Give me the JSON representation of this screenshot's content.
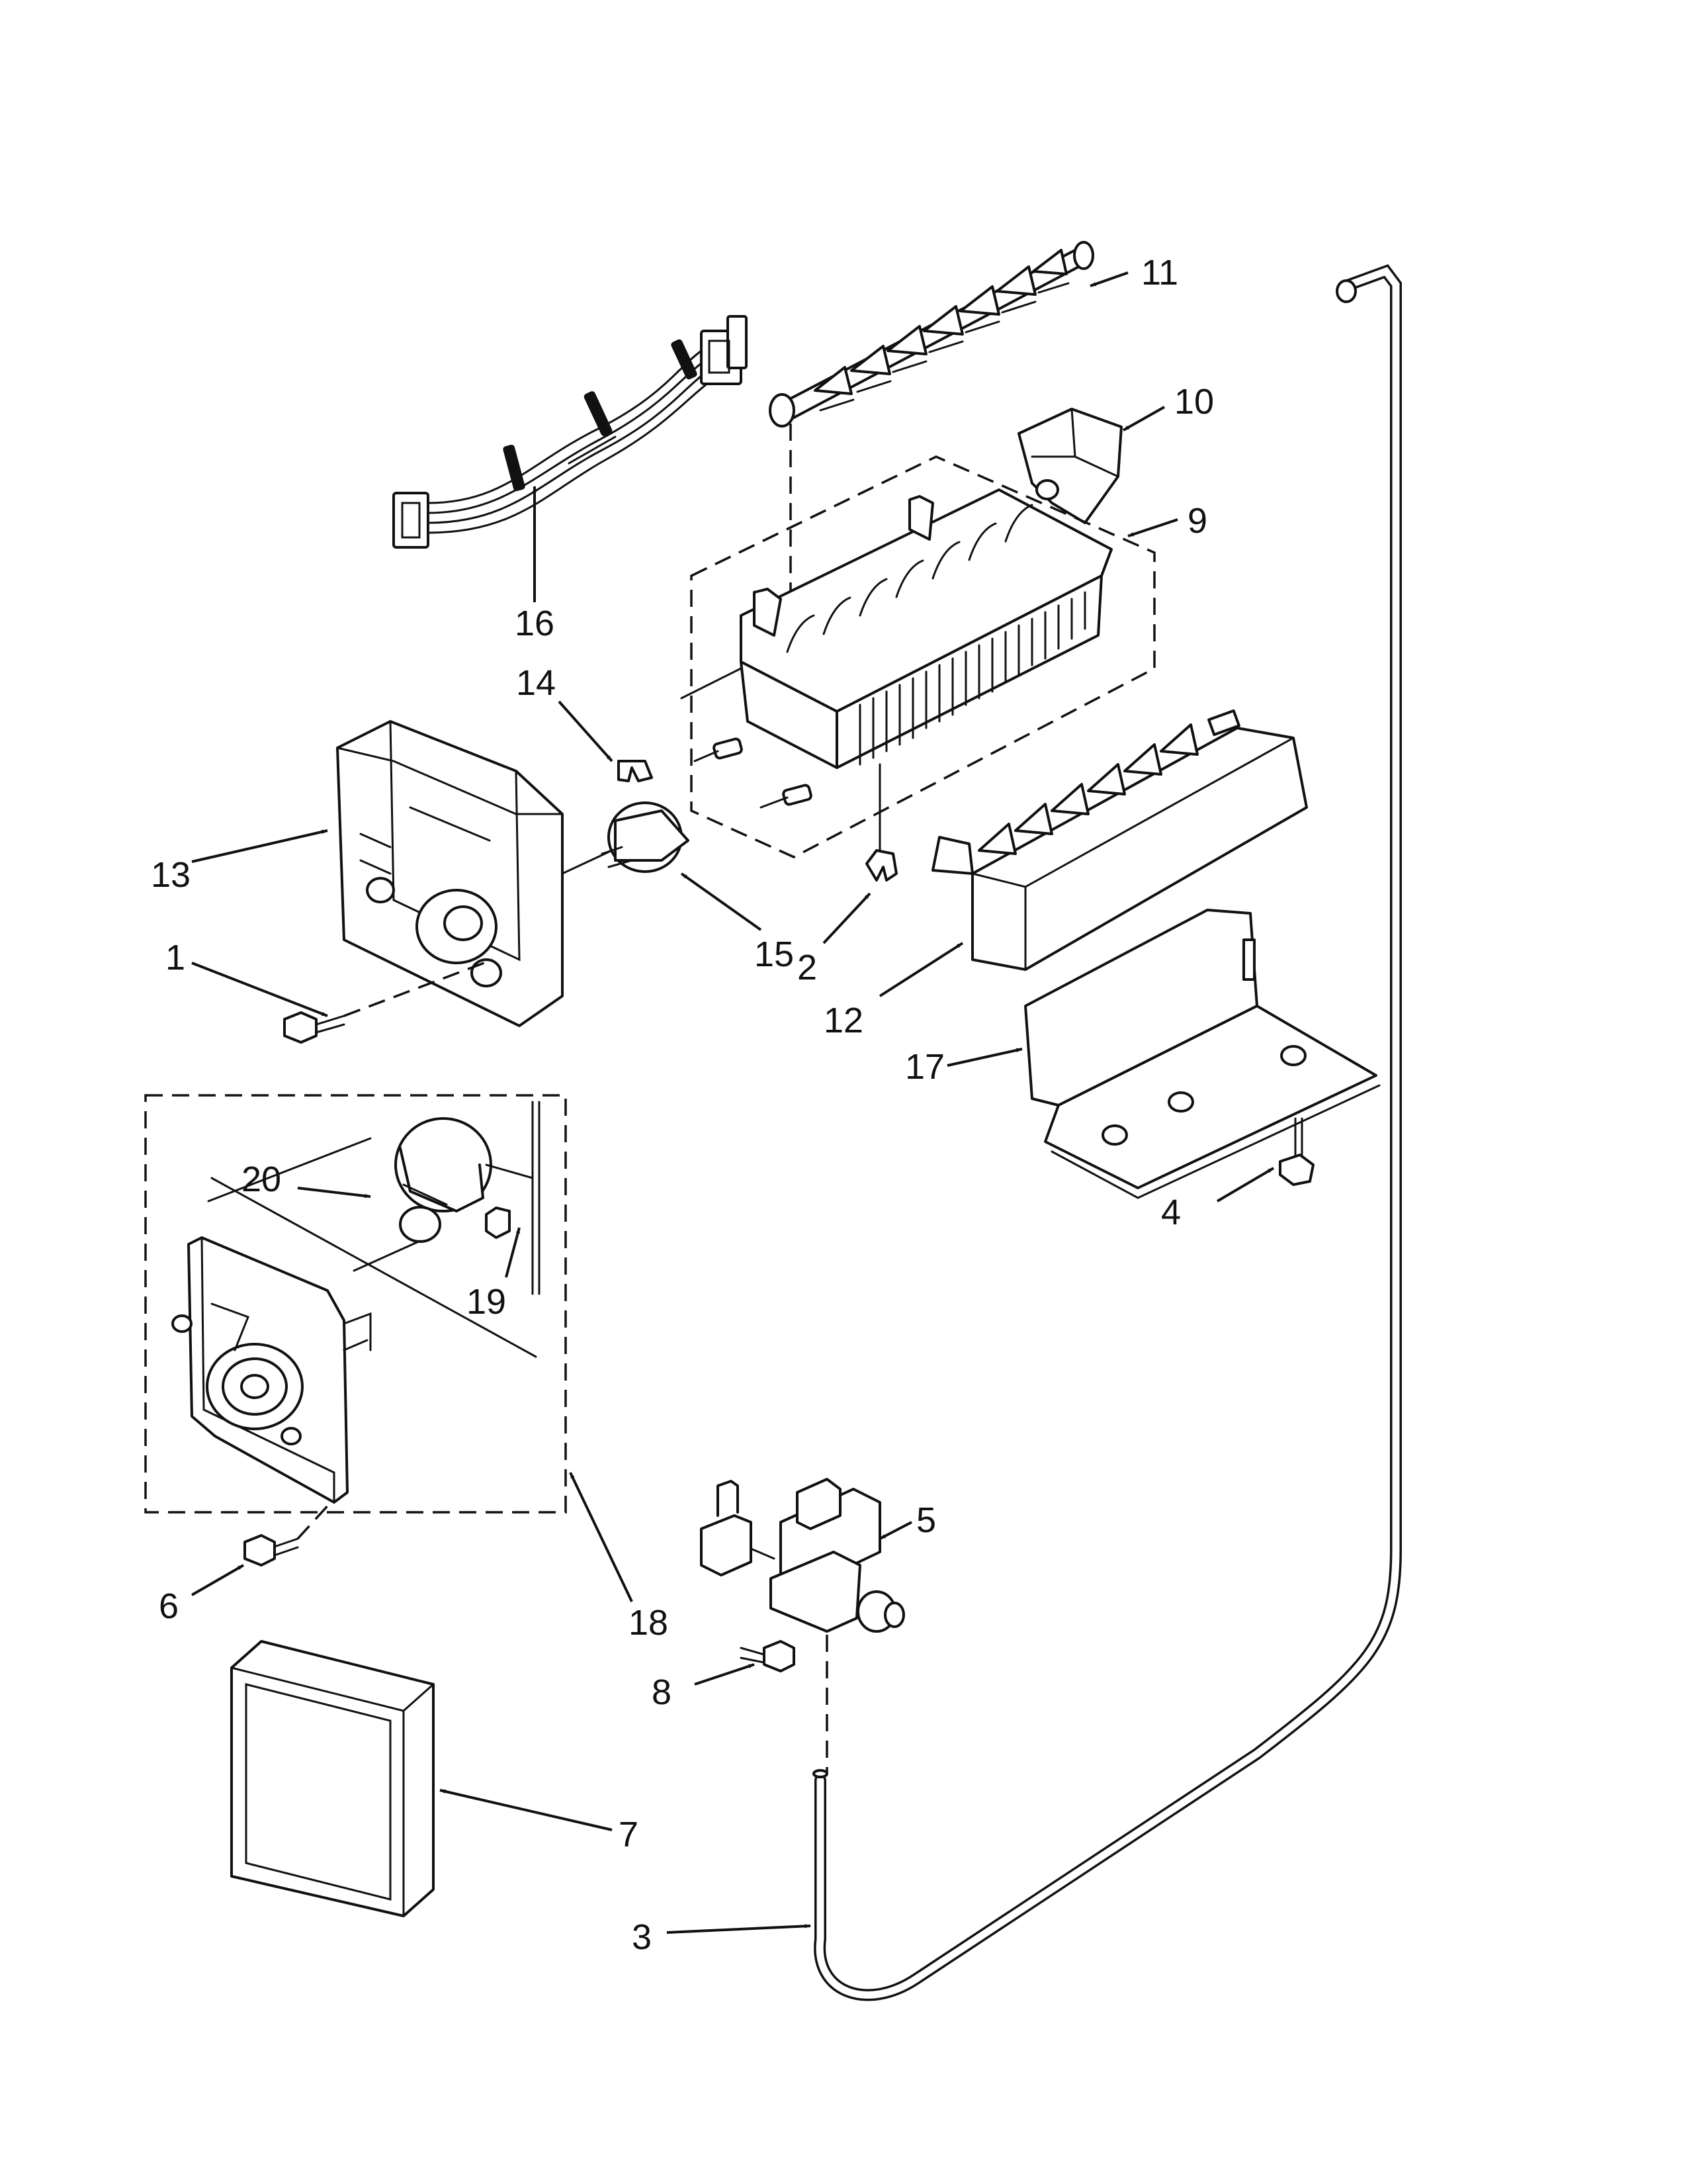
{
  "callouts": [
    {
      "id": "11",
      "text": "11"
    },
    {
      "id": "10",
      "text": "10"
    },
    {
      "id": "9",
      "text": "9"
    },
    {
      "id": "16",
      "text": "16"
    },
    {
      "id": "14",
      "text": "14"
    },
    {
      "id": "13",
      "text": "13"
    },
    {
      "id": "15",
      "text": "15"
    },
    {
      "id": "1",
      "text": "1"
    },
    {
      "id": "2",
      "text": "2"
    },
    {
      "id": "12",
      "text": "12"
    },
    {
      "id": "17",
      "text": "17"
    },
    {
      "id": "20",
      "text": "20"
    },
    {
      "id": "19",
      "text": "19"
    },
    {
      "id": "4",
      "text": "4"
    },
    {
      "id": "5",
      "text": "5"
    },
    {
      "id": "6",
      "text": "6"
    },
    {
      "id": "18",
      "text": "18"
    },
    {
      "id": "8",
      "text": "8"
    },
    {
      "id": "7",
      "text": "7"
    },
    {
      "id": "3",
      "text": "3"
    }
  ],
  "colors": {
    "ink": "#111111",
    "paper": "#ffffff"
  }
}
